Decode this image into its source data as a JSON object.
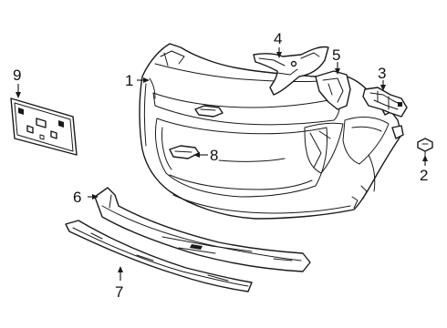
{
  "diagram": {
    "callouts": [
      {
        "id": "1",
        "text": "1"
      },
      {
        "id": "2",
        "text": "2"
      },
      {
        "id": "3",
        "text": "3"
      },
      {
        "id": "4",
        "text": "4"
      },
      {
        "id": "5",
        "text": "5"
      },
      {
        "id": "6",
        "text": "6"
      },
      {
        "id": "7",
        "text": "7"
      },
      {
        "id": "8",
        "text": "8"
      },
      {
        "id": "9",
        "text": "9"
      }
    ],
    "parts": [
      {
        "callout": "1",
        "name": "bumper-cover"
      },
      {
        "callout": "2",
        "name": "bolt"
      },
      {
        "callout": "3",
        "name": "side-bracket"
      },
      {
        "callout": "4",
        "name": "upper-bracket"
      },
      {
        "callout": "5",
        "name": "deflector"
      },
      {
        "callout": "6",
        "name": "lower-air-deflector"
      },
      {
        "callout": "7",
        "name": "lower-molding"
      },
      {
        "callout": "8",
        "name": "emblem"
      },
      {
        "callout": "9",
        "name": "license-plate-bracket"
      }
    ]
  }
}
